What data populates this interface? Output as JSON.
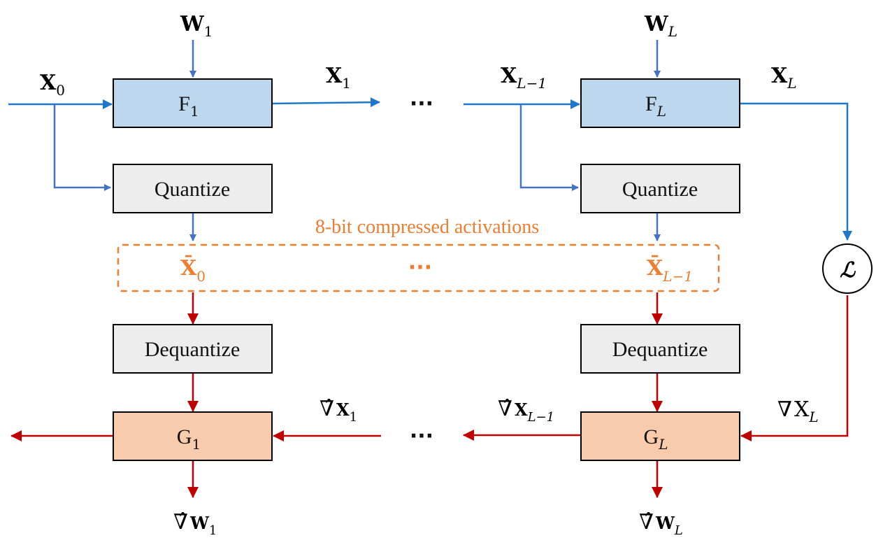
{
  "boxes": {
    "f1": "F",
    "f1_sub": "1",
    "fL": "F",
    "fL_sub": "L",
    "q1": "Quantize",
    "qL": "Quantize",
    "d1": "Dequantize",
    "dL": "Dequantize",
    "g1": "G",
    "g1_sub": "1",
    "gL": "G",
    "gL_sub": "L"
  },
  "labels": {
    "w1": "W",
    "w1_sub": "1",
    "wL": "W",
    "wL_sub": "L",
    "x0": "X",
    "x0_sub": "0",
    "x1": "X",
    "x1_sub": "1",
    "xLm1": "X",
    "xLm1_sub": "L−1",
    "xL": "X",
    "xL_sub": "L",
    "xbar0": "X̄",
    "xbar0_sub": "0",
    "xbarLm1": "X̄",
    "xbarLm1_sub": "L−1",
    "compressed": "8-bit compressed activations",
    "loss": "ℒ",
    "grad_xL_nabla": "∇",
    "grad_xL_x": "X",
    "grad_xL_sub": "L",
    "grad_x1_nabla": "∇̂",
    "grad_x1_x": "X",
    "grad_x1_sub": "1",
    "grad_xLm1_nabla": "∇̂",
    "grad_xLm1_x": "X",
    "grad_xLm1_sub": "L−1",
    "grad_w1_nabla": "∇̂",
    "grad_w1_w": "W",
    "grad_w1_sub": "1",
    "grad_wL_nabla": "∇̂",
    "grad_wL_w": "W",
    "grad_wL_sub": "L",
    "dots": "···"
  },
  "colors": {
    "forward": "#4472C4",
    "backward": "#C00000",
    "f_fill": "#BDD7EE",
    "g_fill": "#F8CBAD",
    "q_fill": "#EDEDED",
    "orange": "#ED7D31"
  }
}
